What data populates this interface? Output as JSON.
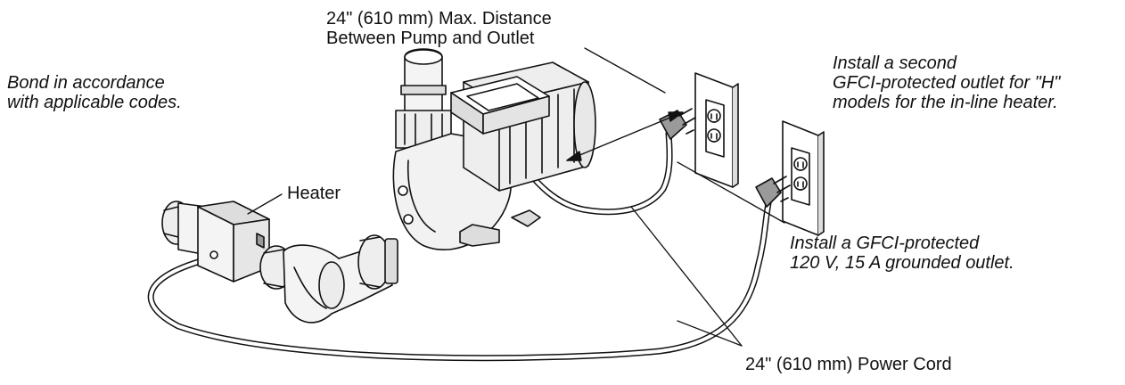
{
  "labels": {
    "distance": [
      "24\" (610 mm) Max. Distance",
      "Between Pump and Outlet"
    ],
    "bond": [
      "Bond in accordance",
      "with applicable codes."
    ],
    "second_outlet": [
      "Install a second",
      "GFCI-protected outlet for \"H\"",
      "models for the in-line heater."
    ],
    "heater": [
      "Heater"
    ],
    "gfci_outlet": [
      "Install a GFCI-protected",
      "120 V, 15 A grounded outlet."
    ],
    "power_cord": [
      "24\" (610 mm) Power Cord"
    ]
  },
  "colors": {
    "line": "#111111",
    "fill_light": "#f4f4f4",
    "fill_mid": "#dddddd",
    "fill_dark": "#9a9a9a",
    "text": "#111111"
  },
  "icons": [
    "pump-icon",
    "heater-icon",
    "outlet-icon",
    "plug-icon",
    "power-cord-icon",
    "dimension-arrow-icon"
  ]
}
